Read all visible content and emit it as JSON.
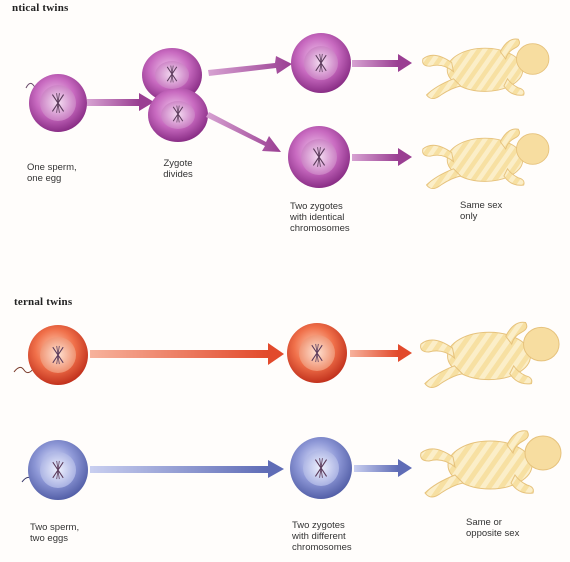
{
  "identical": {
    "heading": "ntical twins",
    "labels": {
      "sperm_egg": "One sperm,\none egg",
      "zygote": "Zygote\ndivides",
      "two_zygotes": "Two zygotes\nwith identical\nchromosomes",
      "outcome": "Same sex\nonly"
    }
  },
  "fraternal": {
    "heading": "ternal twins",
    "labels": {
      "sperm_eggs": "Two sperm,\ntwo eggs",
      "two_zygotes": "Two zygotes\nwith different\nchromosomes",
      "outcome": "Same or\nopposite sex"
    }
  },
  "colors": {
    "purple_cell": "#b04aa8",
    "purple_arrow": "#a64a9c",
    "red_cell": "#e0553a",
    "red_arrow": "#e8583c",
    "blue_cell": "#7a86c9",
    "blue_arrow": "#6f7cc0",
    "baby_skin": "#f6dc9a"
  }
}
